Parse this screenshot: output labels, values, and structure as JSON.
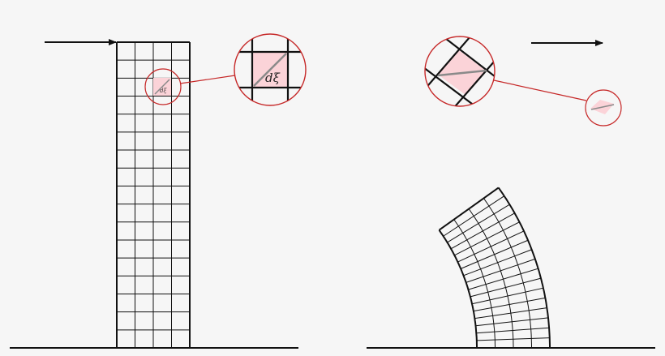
{
  "labels": {
    "element_small": "dξ",
    "element_zoom": "dξ"
  },
  "colors": {
    "background": "#f6f6f6",
    "line": "#111111",
    "highlight_fill": "#fbd3d8",
    "highlight_stroke": "#c62828",
    "vector": "#8a8a8a"
  },
  "mesh": {
    "columns": 4,
    "rows": 17
  },
  "icons": {
    "load_arrow": "right-arrow-icon"
  }
}
